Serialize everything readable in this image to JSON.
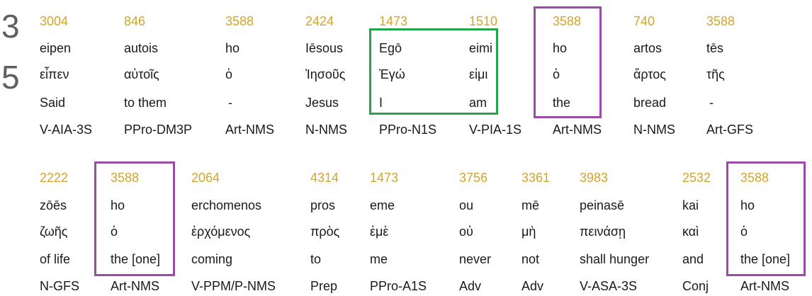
{
  "verse": {
    "chapter_digit": "3",
    "verse_digit": "5"
  },
  "rows": [
    {
      "words": [
        {
          "strong": "3004",
          "translit": "eipen",
          "greek": "εἶπεν",
          "english": "Said",
          "parsing": "V-AIA-3S"
        },
        {
          "strong": "846",
          "translit": "autois",
          "greek": "αὐτοῖς",
          "english": "to them",
          "parsing": "PPro-DM3P"
        },
        {
          "strong": "3588",
          "translit": "ho",
          "greek": "ὁ",
          "english": "-",
          "parsing": "Art-NMS"
        },
        {
          "strong": "2424",
          "translit": "Iēsous",
          "greek": "Ἰησοῦς",
          "english": "Jesus",
          "parsing": "N-NMS"
        },
        {
          "strong": "1473",
          "translit": "Egō",
          "greek": "Ἐγώ",
          "english": "I",
          "parsing": "PPro-N1S"
        },
        {
          "strong": "1510",
          "translit": "eimi",
          "greek": "εἰμι",
          "english": "am",
          "parsing": "V-PIA-1S"
        },
        {
          "strong": "3588",
          "translit": "ho",
          "greek": "ὁ",
          "english": "the",
          "parsing": "Art-NMS"
        },
        {
          "strong": "740",
          "translit": "artos",
          "greek": "ἄρτος",
          "english": "bread",
          "parsing": "N-NMS"
        },
        {
          "strong": "3588",
          "translit": "tēs",
          "greek": "τῆς",
          "english": "-",
          "parsing": "Art-GFS"
        }
      ]
    },
    {
      "words": [
        {
          "strong": "2222",
          "translit": "zōēs",
          "greek": "ζωῆς",
          "english": "of life",
          "parsing": "N-GFS"
        },
        {
          "strong": "3588",
          "translit": "ho",
          "greek": "ὁ",
          "english": "the [one]",
          "parsing": "Art-NMS"
        },
        {
          "strong": "2064",
          "translit": "erchomenos",
          "greek": "ἐρχόμενος",
          "english": "coming",
          "parsing": "V-PPM/P-NMS"
        },
        {
          "strong": "4314",
          "translit": "pros",
          "greek": "πρὸς",
          "english": "to",
          "parsing": "Prep"
        },
        {
          "strong": "1473",
          "translit": "eme",
          "greek": "ἐμὲ",
          "english": "me",
          "parsing": "PPro-A1S"
        },
        {
          "strong": "3756",
          "translit": "ou",
          "greek": "οὐ",
          "english": "never",
          "parsing": "Adv"
        },
        {
          "strong": "3361",
          "translit": "mē",
          "greek": "μὴ",
          "english": "not",
          "parsing": "Adv"
        },
        {
          "strong": "3983",
          "translit": "peinasē",
          "greek": "πεινάσῃ",
          "english": "shall hunger",
          "parsing": "V-ASA-3S"
        },
        {
          "strong": "2532",
          "translit": "kai",
          "greek": "καὶ",
          "english": "and",
          "parsing": "Conj"
        },
        {
          "strong": "3588",
          "translit": "ho",
          "greek": "ὁ",
          "english": "the [one]",
          "parsing": "Art-NMS"
        }
      ]
    }
  ],
  "highlights": [
    {
      "color": "#22a64a",
      "label": "Egō eimi"
    },
    {
      "color": "#9b4aa8",
      "label": "ho"
    },
    {
      "color": "#9b4aa8",
      "label": "ho"
    },
    {
      "color": "#9b4aa8",
      "label": "ho"
    }
  ]
}
